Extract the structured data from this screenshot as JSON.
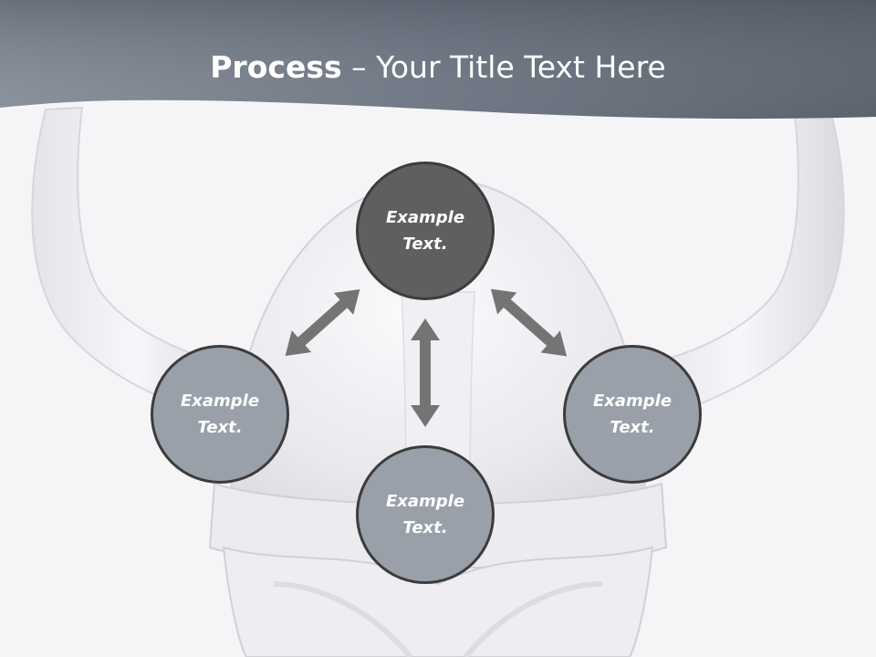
{
  "title": {
    "bold": "Process",
    "rest": " – Your Title Text Here"
  },
  "colors": {
    "header": "#6f7a86",
    "node_primary": "#5f5f5f",
    "node_secondary": "#99a0aa",
    "node_border": "#3c3c3c",
    "arrow": "#747474",
    "background": "#f5f5f8"
  },
  "nodes": [
    {
      "id": "top",
      "line1": "Example",
      "line2": "Text.",
      "fill": "#5f5f5f"
    },
    {
      "id": "left",
      "line1": "Example",
      "line2": "Text.",
      "fill": "#99a0aa"
    },
    {
      "id": "right",
      "line1": "Example",
      "line2": "Text.",
      "fill": "#99a0aa"
    },
    {
      "id": "bottom",
      "line1": "Example",
      "line2": "Text.",
      "fill": "#99a0aa"
    }
  ],
  "arrows": [
    {
      "from": "top",
      "to": "left"
    },
    {
      "from": "top",
      "to": "bottom"
    },
    {
      "from": "top",
      "to": "right"
    }
  ],
  "background_image": "viking-helmet"
}
